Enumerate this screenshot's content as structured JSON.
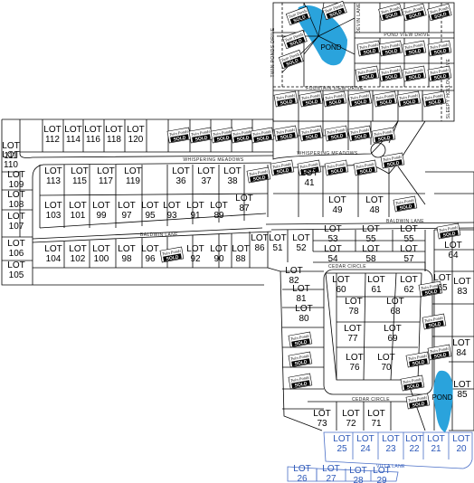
{
  "streets": {
    "twin_ponds_drive": "TWIN PONDS DRIVE",
    "devin_lane": "DEVIN LANE",
    "pond_view_drive": "POND VIEW DRIVE",
    "fountain_view_drive": "FOUNTAIN VIEW DRIVE",
    "sleepy_hollow_drive": "SLEEPY HOLLOW DRIVE",
    "whispering_meadows_1": "WHISPERING MEADOWS",
    "whispering_meadows_2": "WHISPERING MEADOWS",
    "baldwin_lane_1": "BALDWIN LANE",
    "baldwin_lane_2": "BALDWIN LANE",
    "cedar_circle_1": "CEDAR CIRCLE",
    "cedar_circle_2": "CEDAR CIRCLE",
    "villa_lane": "VILLA LANE"
  },
  "ponds": {
    "north": "POND",
    "south": "POND"
  },
  "badge": {
    "top": "Twin Ponds",
    "sold": "SOLD"
  },
  "lot_prefix": "LOT",
  "lots": {
    "l111": "111",
    "l112": "112",
    "l114": "114",
    "l116": "116",
    "l118": "118",
    "l120": "120",
    "l110": "110",
    "l109": "109",
    "l108": "108",
    "l107": "107",
    "l106": "106",
    "l105": "105",
    "l113": "113",
    "l115": "115",
    "l117": "117",
    "l119": "119",
    "l36": "36",
    "l37": "37",
    "l38": "38",
    "l103": "103",
    "l101": "101",
    "l99": "99",
    "l97": "97",
    "l95": "95",
    "l93": "93",
    "l91": "91",
    "l89": "89",
    "l87": "87",
    "l104": "104",
    "l102": "102",
    "l100": "100",
    "l98": "98",
    "l96": "96",
    "l92": "92",
    "l90": "90",
    "l88": "88",
    "l86": "86",
    "l41": "41",
    "l49": "49",
    "l48": "48",
    "l51": "51",
    "l52": "52",
    "l53": "53",
    "l55a": "55",
    "l55b": "55",
    "l54": "54",
    "l58": "58",
    "l57": "57",
    "l82": "82",
    "l81": "81",
    "l80": "80",
    "l60": "60",
    "l61": "61",
    "l62": "62",
    "l78": "78",
    "l68": "68",
    "l77": "77",
    "l69": "69",
    "l76": "76",
    "l70": "70",
    "l73": "73",
    "l72": "72",
    "l71": "71",
    "l64": "64",
    "l65": "65",
    "l83": "83",
    "l84": "84",
    "l85": "85",
    "l25": "25",
    "l24": "24",
    "l23": "23",
    "l22": "22",
    "l21": "21",
    "l20": "20",
    "l26": "26",
    "l27": "27",
    "l28": "28",
    "l29": "29"
  },
  "colors": {
    "pond": "#2aa3dc",
    "villa": "#4a6fc7",
    "line": "#000000"
  }
}
